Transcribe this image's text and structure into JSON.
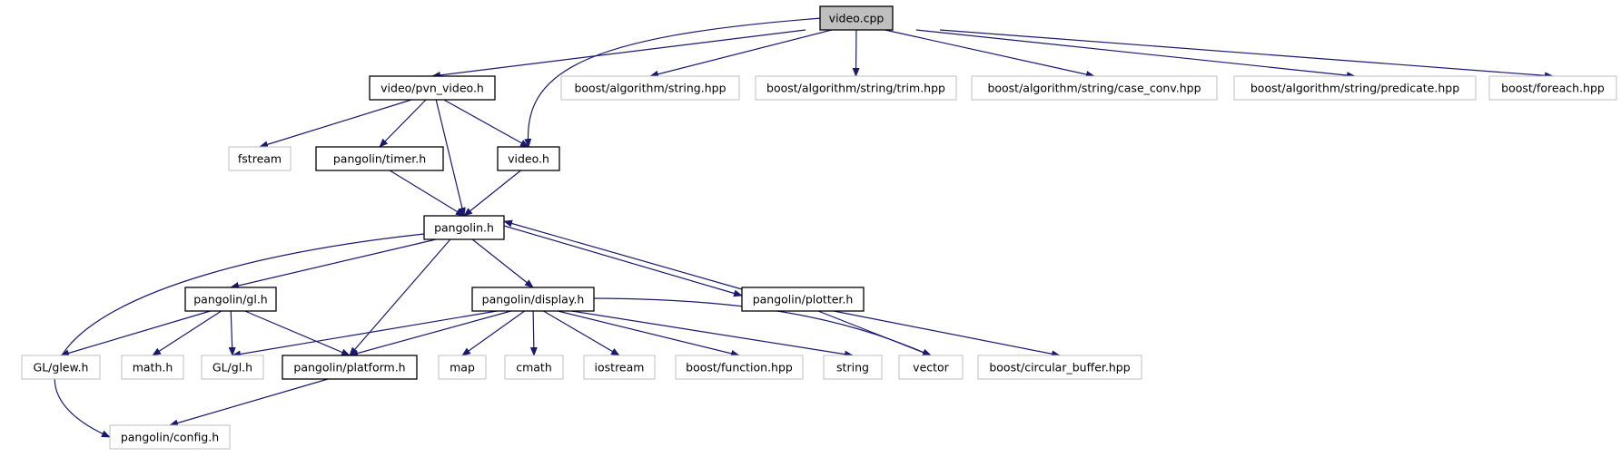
{
  "diagram": {
    "title": "",
    "colors": {
      "edge": "#191970",
      "root_fill": "#bfbfbf",
      "documented_border": "#000000",
      "external_border": "#bfbfbf",
      "text": "#000000"
    },
    "nodes": [
      {
        "id": "video_cpp",
        "label": "video.cpp",
        "style": "root"
      },
      {
        "id": "pvn_video_h",
        "label": "video/pvn_video.h",
        "style": "documented"
      },
      {
        "id": "boost_string",
        "label": "boost/algorithm/string.hpp",
        "style": "external"
      },
      {
        "id": "boost_trim",
        "label": "boost/algorithm/string/trim.hpp",
        "style": "external"
      },
      {
        "id": "boost_case_conv",
        "label": "boost/algorithm/string/case_conv.hpp",
        "style": "external"
      },
      {
        "id": "boost_predicate",
        "label": "boost/algorithm/string/predicate.hpp",
        "style": "external"
      },
      {
        "id": "boost_foreach",
        "label": "boost/foreach.hpp",
        "style": "external"
      },
      {
        "id": "fstream",
        "label": "fstream",
        "style": "external"
      },
      {
        "id": "timer_h",
        "label": "pangolin/timer.h",
        "style": "documented"
      },
      {
        "id": "video_h",
        "label": "video.h",
        "style": "documented"
      },
      {
        "id": "pangolin_h",
        "label": "pangolin.h",
        "style": "documented"
      },
      {
        "id": "gl_h_pangolin",
        "label": "pangolin/gl.h",
        "style": "documented"
      },
      {
        "id": "display_h",
        "label": "pangolin/display.h",
        "style": "documented"
      },
      {
        "id": "plotter_h",
        "label": "pangolin/plotter.h",
        "style": "documented"
      },
      {
        "id": "glew_h",
        "label": "GL/glew.h",
        "style": "external"
      },
      {
        "id": "math_h",
        "label": "math.h",
        "style": "external"
      },
      {
        "id": "gl_gl_h",
        "label": "GL/gl.h",
        "style": "external"
      },
      {
        "id": "platform_h",
        "label": "pangolin/platform.h",
        "style": "documented"
      },
      {
        "id": "map",
        "label": "map",
        "style": "external"
      },
      {
        "id": "cmath",
        "label": "cmath",
        "style": "external"
      },
      {
        "id": "iostream",
        "label": "iostream",
        "style": "external"
      },
      {
        "id": "boost_function",
        "label": "boost/function.hpp",
        "style": "external"
      },
      {
        "id": "string",
        "label": "string",
        "style": "external"
      },
      {
        "id": "vector",
        "label": "vector",
        "style": "external"
      },
      {
        "id": "circular_buffer",
        "label": "boost/circular_buffer.hpp",
        "style": "external"
      },
      {
        "id": "config_h",
        "label": "pangolin/config.h",
        "style": "external"
      }
    ],
    "edges": [
      [
        "video_cpp",
        "pvn_video_h"
      ],
      [
        "video_cpp",
        "boost_string"
      ],
      [
        "video_cpp",
        "boost_trim"
      ],
      [
        "video_cpp",
        "boost_case_conv"
      ],
      [
        "video_cpp",
        "boost_predicate"
      ],
      [
        "video_cpp",
        "boost_foreach"
      ],
      [
        "video_cpp",
        "video_h"
      ],
      [
        "pvn_video_h",
        "fstream"
      ],
      [
        "pvn_video_h",
        "timer_h"
      ],
      [
        "pvn_video_h",
        "video_h"
      ],
      [
        "pvn_video_h",
        "pangolin_h"
      ],
      [
        "timer_h",
        "pangolin_h"
      ],
      [
        "video_h",
        "pangolin_h"
      ],
      [
        "pangolin_h",
        "config_h"
      ],
      [
        "pangolin_h",
        "gl_h_pangolin"
      ],
      [
        "pangolin_h",
        "platform_h"
      ],
      [
        "pangolin_h",
        "display_h"
      ],
      [
        "pangolin_h",
        "plotter_h"
      ],
      [
        "plotter_h",
        "pangolin_h"
      ],
      [
        "gl_h_pangolin",
        "glew_h"
      ],
      [
        "gl_h_pangolin",
        "math_h"
      ],
      [
        "gl_h_pangolin",
        "gl_gl_h"
      ],
      [
        "gl_h_pangolin",
        "platform_h"
      ],
      [
        "display_h",
        "gl_gl_h"
      ],
      [
        "display_h",
        "platform_h"
      ],
      [
        "display_h",
        "map"
      ],
      [
        "display_h",
        "cmath"
      ],
      [
        "display_h",
        "iostream"
      ],
      [
        "display_h",
        "boost_function"
      ],
      [
        "display_h",
        "string"
      ],
      [
        "display_h",
        "vector"
      ],
      [
        "plotter_h",
        "vector"
      ],
      [
        "plotter_h",
        "circular_buffer"
      ],
      [
        "platform_h",
        "config_h"
      ]
    ]
  }
}
